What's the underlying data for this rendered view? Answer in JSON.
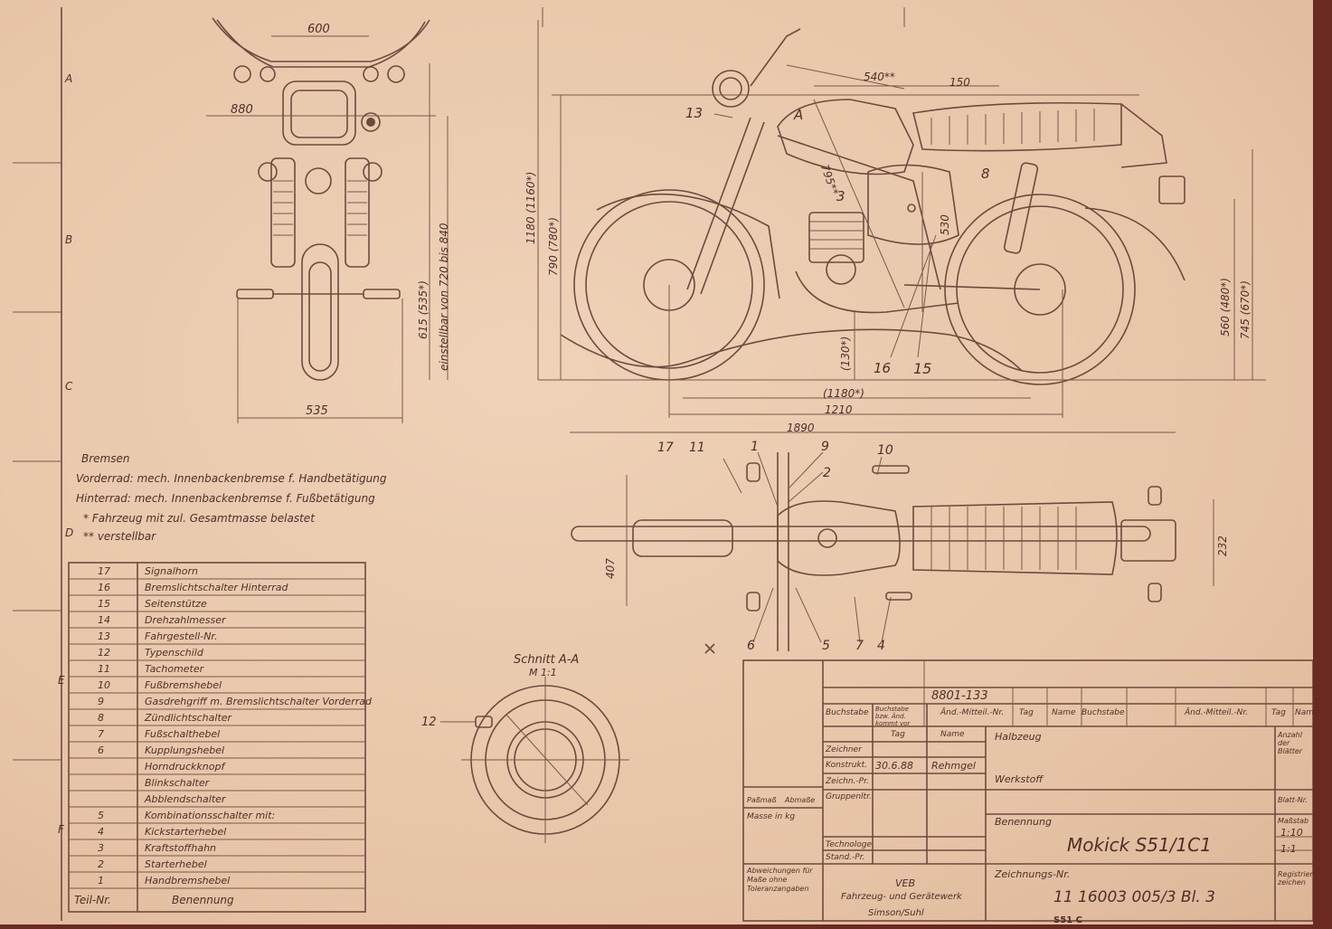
{
  "grid_letters": [
    "A",
    "B",
    "C",
    "D",
    "E",
    "F"
  ],
  "front_view": {
    "dims": {
      "width_600": "600",
      "width_880": "880",
      "width_535": "535",
      "height_615": "615 (535*)",
      "adjustable": "einstellbar von 720 bis 840"
    }
  },
  "side_view": {
    "dims": {
      "d540": "540**",
      "d150": "150",
      "d1180v": "1180 (1160*)",
      "d790": "790 (780*)",
      "d795": "795**",
      "d530": "530",
      "d130": "(130*)",
      "d560": "560 (480*)",
      "d745": "745 (670*)",
      "d1180h": "(1180*)",
      "d1210": "1210",
      "d1890": "1890"
    },
    "callouts": [
      "13",
      "A",
      "3",
      "8",
      "16",
      "15"
    ]
  },
  "top_view": {
    "dims": {
      "d407": "407",
      "d232": "232"
    },
    "callouts_top": [
      "17",
      "11",
      "1",
      "9",
      "2",
      "10"
    ],
    "callouts_bottom": [
      "6",
      "5",
      "7",
      "4"
    ]
  },
  "notes": {
    "heading": "Bremsen",
    "line1": "Vorderrad: mech. Innenbackenbremse f. Handbetätigung",
    "line2": "Hinterrad: mech. Innenbackenbremse f. Fußbetätigung",
    "line3": "* Fahrzeug mit zul. Gesamtmasse belastet",
    "line4": "** verstellbar"
  },
  "parts_list": {
    "rows": [
      {
        "nr": "17",
        "name": "Signalhorn"
      },
      {
        "nr": "16",
        "name": "Bremslichtschalter Hinterrad"
      },
      {
        "nr": "15",
        "name": "Seitenstütze"
      },
      {
        "nr": "14",
        "name": "Drehzahlmesser"
      },
      {
        "nr": "13",
        "name": "Fahrgestell-Nr."
      },
      {
        "nr": "12",
        "name": "Typenschild"
      },
      {
        "nr": "11",
        "name": "Tachometer"
      },
      {
        "nr": "10",
        "name": "Fußbremshebel"
      },
      {
        "nr": "9",
        "name": "Gasdrehgriff m. Bremslichtschalter Vorderrad"
      },
      {
        "nr": "8",
        "name": "Zündlichtschalter"
      },
      {
        "nr": "7",
        "name": "Fußschalthebel"
      },
      {
        "nr": "6",
        "name": "Kupplungshebel"
      },
      {
        "nr": "",
        "name": "Horndruckknopf"
      },
      {
        "nr": "",
        "name": "Blinkschalter"
      },
      {
        "nr": "",
        "name": "Abblendschalter"
      },
      {
        "nr": "5",
        "name": "Kombinationsschalter mit:"
      },
      {
        "nr": "4",
        "name": "Kickstarterhebel"
      },
      {
        "nr": "3",
        "name": "Kraftstoffhahn"
      },
      {
        "nr": "2",
        "name": "Starterhebel"
      },
      {
        "nr": "1",
        "name": "Handbremshebel"
      }
    ],
    "footer_nr": "Teil-Nr.",
    "footer_name": "Benennung"
  },
  "section": {
    "title": "Schnitt A-A",
    "scale": "M 1:1",
    "callout": "12"
  },
  "title_block": {
    "change_no": "8801-133",
    "h_buchstabe": "Buchstabe",
    "h_buchstabe_small": "Buchstabe bzw. Änd. kommt vor",
    "h_aend": "Änd.-Mitteil.-Nr.",
    "h_tag": "Tag",
    "h_name": "Name",
    "tag": "Tag",
    "name": "Name",
    "zeichner": "Zeichner",
    "konstrukt": "Konstrukt.",
    "konstrukt_date": "30.6.88",
    "konstrukt_sig": "Rehmgel",
    "zeichn_pr": "Zeichn.-Pr.",
    "gruppenltr": "Gruppenltr.",
    "technologe": "Technologe",
    "stand_pr": "Stand.-Pr.",
    "passmass": "Paßmaß",
    "abmasse": "Abmaße",
    "masse": "Masse in kg",
    "abweichungen": "Abweichungen für Maße ohne Toleranzangaben",
    "halbzeug": "Halbzeug",
    "werkstoff": "Werkstoff",
    "benennung_label": "Benennung",
    "benennung": "Mokick S51/1C1",
    "zeichnungs_nr_label": "Zeichnungs-Nr.",
    "zeichnungs_nr": "11 16003 005/3 Bl. 3",
    "company_1": "VEB",
    "company_2": "Fahrzeug- und Gerätewerk",
    "company_3": "Simson/Suhl",
    "anzahl": "Anzahl der Blätter",
    "blatt": "Blatt-Nr.",
    "massstab": "Maßstab",
    "scale_1": "1:10",
    "scale_2": "1:1",
    "registrier": "Registrier-zeichen",
    "stamp": "S51 C"
  }
}
